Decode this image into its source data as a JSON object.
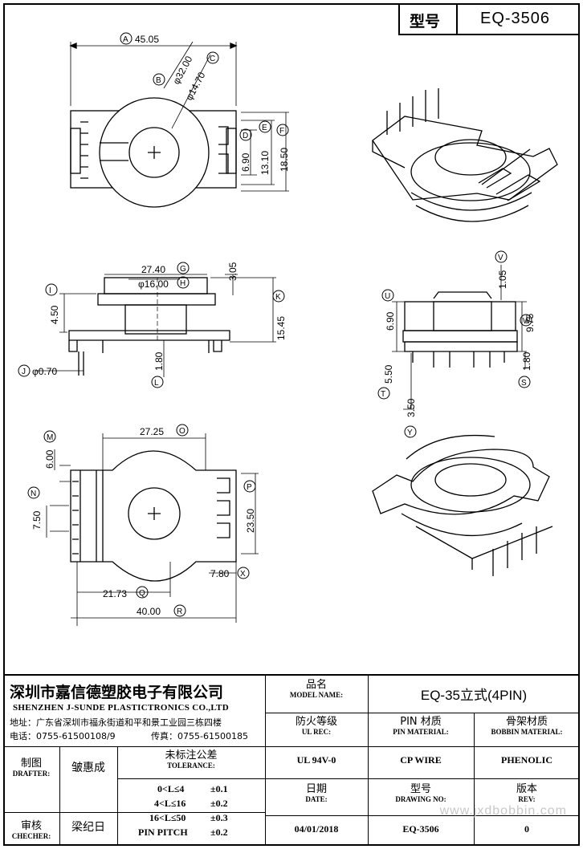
{
  "header": {
    "model_label": "型号",
    "model_value": "EQ-3506"
  },
  "dims": {
    "A": "A",
    "A_val": "45.05",
    "B": "B",
    "B_val": "φ32.00",
    "C": "C",
    "C_val": "φ14.70",
    "D_val": "6.90",
    "E_val": "13.10",
    "F_val": "18.50",
    "E": "E",
    "F": "F",
    "D": "D",
    "G": "G",
    "G_val": "27.40",
    "H": "H",
    "H_val": "φ16.00",
    "I": "I",
    "I_val": "4.50",
    "J": "J",
    "J_val": "φ0.70",
    "K": "K",
    "K_val": "15.45",
    "L": "L",
    "L_val": "1.80",
    "top_305": "3.05",
    "M": "M",
    "M_val": "6.00",
    "N": "N",
    "N_val": "7.50",
    "O": "O",
    "O_val": "27.25",
    "P": "P",
    "P_val": "23.50",
    "Q": "Q",
    "Q_val": "21.73",
    "R": "R",
    "R_val": "40.00",
    "X": "X",
    "X_val": "7.80",
    "U": "U",
    "U_val": "6.90",
    "V": "V",
    "V_val": "1.05",
    "W": "W",
    "W_val": "9.75",
    "S": "S",
    "S_val": "1.80",
    "T": "T",
    "T_val": "5.50",
    "Y": "Y",
    "Y_val": "3.50"
  },
  "titleblock": {
    "company_cn": "深圳市嘉信德塑胶电子有限公司",
    "company_en": "SHENZHEN J-SUNDE PLASTICTRONICS CO.,LTD",
    "address": "地址：广东省深圳市福永街道和平和景工业园三栋四楼",
    "tel": "电话：0755-61500108/9",
    "fax": "传真：0755-61500185",
    "model_name_cn": "品名",
    "model_name_en": "MODEL NAME:",
    "model_name_value": "EQ-35立式(4PIN)",
    "ul_cn": "防火等级",
    "ul_en": "UL REC:",
    "ul_value": "UL 94V-0",
    "pin_cn": "PIN 材质",
    "pin_en": "PIN MATERIAL:",
    "pin_value": "CP WIRE",
    "bobbin_cn": "骨架材质",
    "bobbin_en": "BOBBIN MATERIAL:",
    "bobbin_value": "PHENOLIC",
    "drafter_cn": "制图",
    "drafter_en": "DRAFTER:",
    "drafter_value": "皱惠成",
    "checker_cn": "审核",
    "checker_en": "CHECHER:",
    "checker_value": "梁纪日",
    "tol_cn": "未标注公差",
    "tol_en": "TOLERANCE:",
    "tol_rows": [
      {
        "range": "0<L≤4",
        "value": "±0.1"
      },
      {
        "range": "4<L≤16",
        "value": "±0.2"
      },
      {
        "range": "16<L≤50",
        "value": "±0.3"
      },
      {
        "range": "PIN PITCH",
        "value": "±0.2"
      }
    ],
    "date_cn": "日期",
    "date_en": "DATE:",
    "date_value": "04/01/2018",
    "drawing_cn": "型号",
    "drawing_en": "DRAWING NO:",
    "drawing_value": "EQ-3506",
    "rev_cn": "版本",
    "rev_en": "REV:",
    "rev_value": "0"
  },
  "watermark": "www.jxdbobbin.com"
}
